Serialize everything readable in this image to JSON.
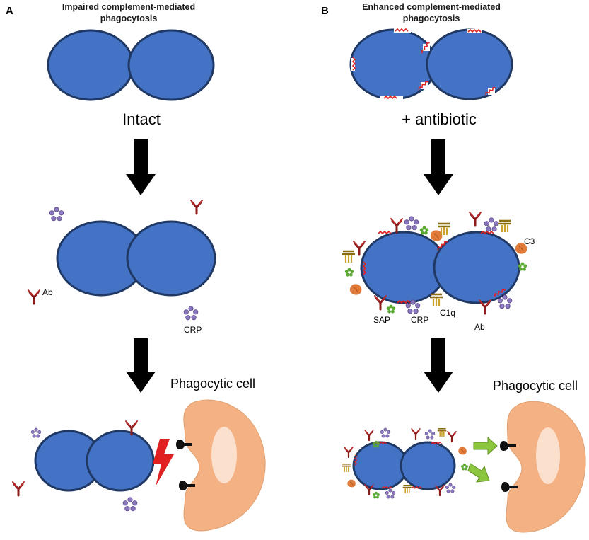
{
  "panel_a": {
    "letter": "A",
    "title_line1": "Impaired complement-mediated",
    "title_line2": "phagocytosis",
    "condition": "Intact",
    "label_ab": "Ab",
    "label_crp": "CRP",
    "phagocyte_label": "Phagocytic cell"
  },
  "panel_b": {
    "letter": "B",
    "title_line1": "Enhanced complement-mediated",
    "title_line2": "phagocytosis",
    "condition": "+ antibiotic",
    "label_c3": "C3",
    "label_sap": "SAP",
    "label_crp": "CRP",
    "label_c1q": "C1q",
    "label_ab": "Ab",
    "phagocyte_label": "Phagocytic cell"
  },
  "colors": {
    "bacterium_fill": "#4472c4",
    "bacterium_stroke": "#1f3864",
    "phagocyte_fill": "#f4b183",
    "nucleus_fill": "#fbe0cd",
    "antibody": "#8b1a1a",
    "crp": "#7f6ab0",
    "sap": "#5aa832",
    "c1q": "#c9a227",
    "c3": "#e07b39",
    "damage": "#e02020",
    "green_arrow": "#8cc63f"
  }
}
